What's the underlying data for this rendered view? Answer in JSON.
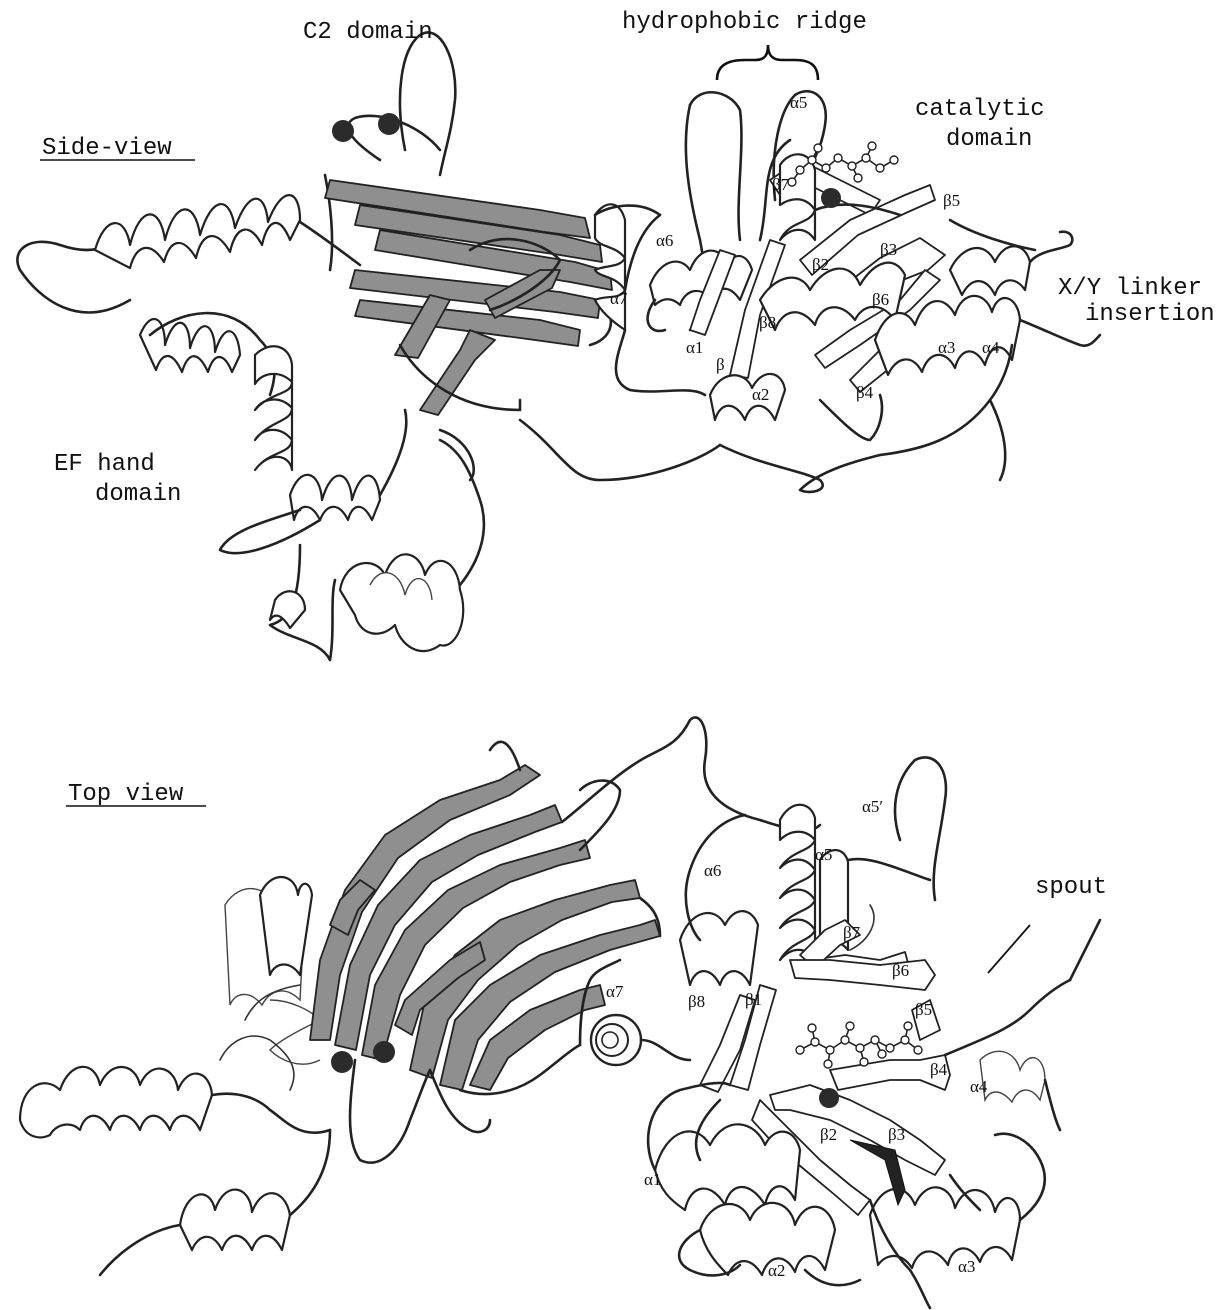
{
  "side_view": {
    "title": "Side-view",
    "labels": {
      "c2_domain": "C2 domain",
      "hydrophobic_ridge": "hydrophobic ridge",
      "catalytic_domain_line1": "catalytic",
      "catalytic_domain_line2": "domain",
      "xy_linker_line1": "X/Y linker",
      "xy_linker_line2": "insertion",
      "ef_hand_line1": "EF hand",
      "ef_hand_line2": "domain"
    },
    "ss_labels": {
      "a5": "α5",
      "b7": "β7",
      "a6": "α6",
      "b2": "β2",
      "b3": "β3",
      "b5": "β5",
      "b8": "β8",
      "b6": "β6",
      "a1": "α1",
      "b": "β",
      "a7": "α7",
      "a3": "α3",
      "a4": "α4",
      "b4": "β4",
      "a2": "α2"
    }
  },
  "top_view": {
    "title": "Top view",
    "labels": {
      "spout": "spout"
    },
    "ss_labels": {
      "a5p": "α5′",
      "a5": "α5",
      "a6": "α6",
      "b7": "β7",
      "a7": "α7",
      "b8": "β8",
      "b1": "β1",
      "b6": "β6",
      "b5": "β5",
      "b4": "β4",
      "a4": "α4",
      "b2": "β2",
      "b3": "β3",
      "a1": "α1",
      "a2": "α2",
      "a3": "α3"
    }
  },
  "colors": {
    "c2_strands": "#8f8f8f",
    "ions": "#2b2b2b",
    "outline": "#222222"
  }
}
